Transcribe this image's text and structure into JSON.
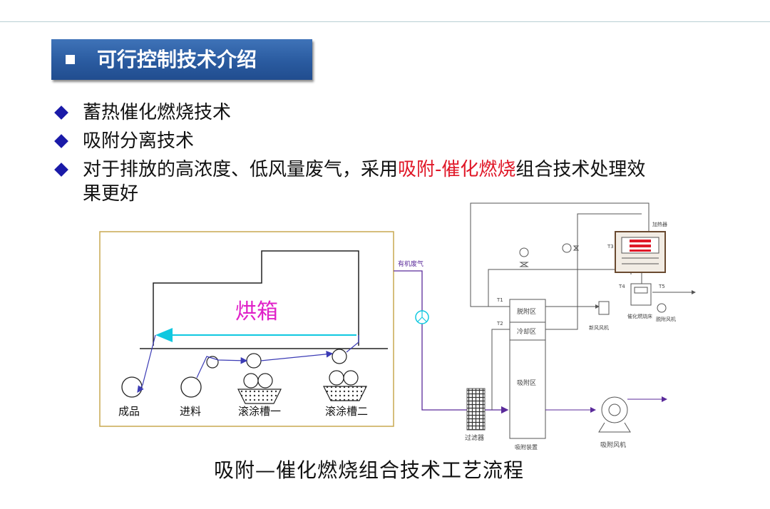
{
  "header": {
    "title": "可行控制技术介绍"
  },
  "bullets": [
    {
      "text": "蓄热催化燃烧技术"
    },
    {
      "text": "吸附分离技术"
    },
    {
      "before": "对于排放的高浓度、低风量废气，采用",
      "highlight": "吸附-催化燃烧",
      "after": "组合技术处理效",
      "line2": "果更好"
    }
  ],
  "colors": {
    "title_bg": "#2a5ba0",
    "bullet": "#1a1aa8",
    "highlight": "#e01828",
    "oven_label": "#e020c8",
    "arrow_cyan": "#10c8e0",
    "pipe_purple": "#5a2a9a"
  },
  "diagram": {
    "oven_label": "烘箱",
    "left_labels": [
      "成品",
      "进料",
      "滚涂槽一",
      "滚涂槽二"
    ],
    "gas_label": "有机废气",
    "units": {
      "desorb_zone": "脱附区",
      "cool_zone": "冷却区",
      "adsorb_zone": "吸附区",
      "filter": "过滤器",
      "main_fan": "吸附风机",
      "desorb_fan": "脱附风机",
      "heater_top": "加热器",
      "catalytic": "催化燃烧床",
      "fan2": "新风风机",
      "bed_bottom": "吸附装置",
      "t1": "T1",
      "t2": "T2",
      "t3": "T3",
      "t4": "T4",
      "t5": "T5"
    },
    "caption": "吸附—催化燃烧组合技术工艺流程"
  }
}
